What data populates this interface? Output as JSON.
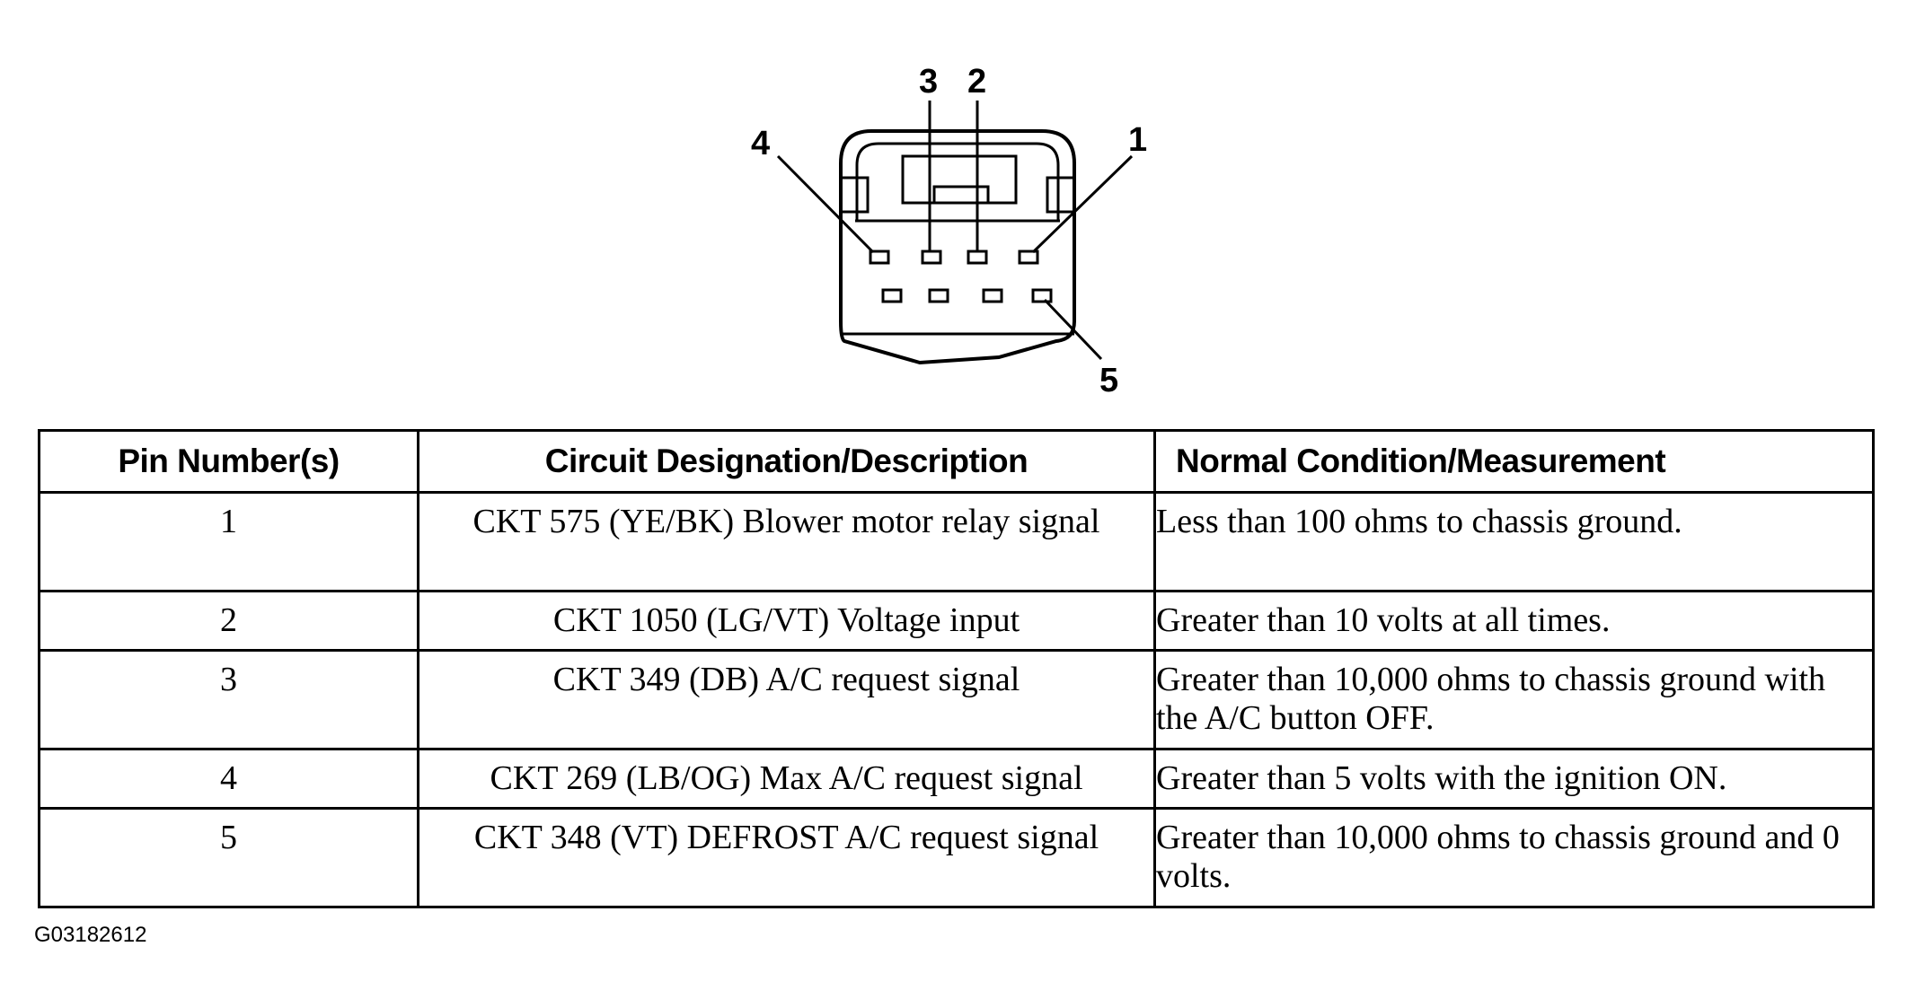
{
  "diagram": {
    "pin_labels": [
      "3",
      "2",
      "4",
      "1",
      "5"
    ]
  },
  "table": {
    "headers": {
      "pin": "Pin Number(s)",
      "circuit": "Circuit Designation/Description",
      "condition": "Normal Condition/Measurement"
    },
    "rows": [
      {
        "pin": "1",
        "circuit": "CKT 575 (YE/BK) Blower motor relay signal",
        "condition": "Less than 100 ohms to chassis ground."
      },
      {
        "pin": "2",
        "circuit": "CKT 1050 (LG/VT) Voltage input",
        "condition": "Greater than 10 volts at all times."
      },
      {
        "pin": "3",
        "circuit": "CKT 349 (DB) A/C request signal",
        "condition": "Greater than 10,000 ohms to chassis ground with the A/C button OFF."
      },
      {
        "pin": "4",
        "circuit": "CKT 269 (LB/OG) Max A/C request signal",
        "condition": "Greater than 5 volts with the ignition ON."
      },
      {
        "pin": "5",
        "circuit": "CKT 348 (VT) DEFROST A/C request signal",
        "condition": "Greater than 10,000 ohms to chassis ground and 0 volts."
      }
    ]
  },
  "figure_code": "G03182612"
}
